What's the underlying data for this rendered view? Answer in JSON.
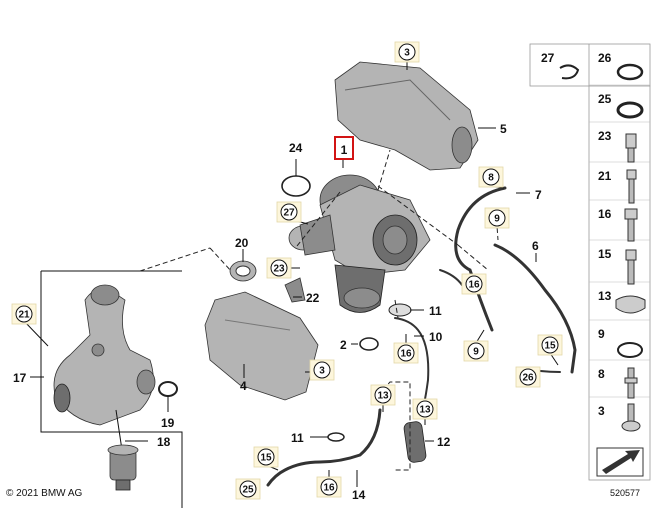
{
  "diagram": {
    "main_part_label": "1",
    "callouts": {
      "c3_top": "3",
      "c5": "5",
      "c24": "24",
      "c27": "27",
      "c20": "20",
      "c23": "23",
      "c22": "22",
      "c21": "21",
      "c17": "17",
      "c19": "19",
      "c18": "18",
      "c4": "4",
      "c3_mid": "3",
      "c2": "2",
      "c11_a": "11",
      "c10": "10",
      "c16_a": "16",
      "c8": "8",
      "c7": "7",
      "c9_a": "9",
      "c6": "6",
      "c16_b": "16",
      "c9_b": "9",
      "c15_a": "15",
      "c26": "26",
      "c13_a": "13",
      "c13_b": "13",
      "c12": "12",
      "c11_b": "11",
      "c15_b": "15",
      "c25": "25",
      "c16_c": "16",
      "c14": "14"
    },
    "side_panel": [
      {
        "left": "27",
        "right": "26"
      },
      {
        "right": "25"
      },
      {
        "right": "23"
      },
      {
        "right": "21"
      },
      {
        "right": "16"
      },
      {
        "right": "15"
      },
      {
        "right": "13"
      },
      {
        "right": "9"
      },
      {
        "right": "8"
      },
      {
        "right": "3"
      }
    ]
  },
  "footer": {
    "copyright": "© 2021 BMW AG",
    "drawing_number": "520577"
  }
}
